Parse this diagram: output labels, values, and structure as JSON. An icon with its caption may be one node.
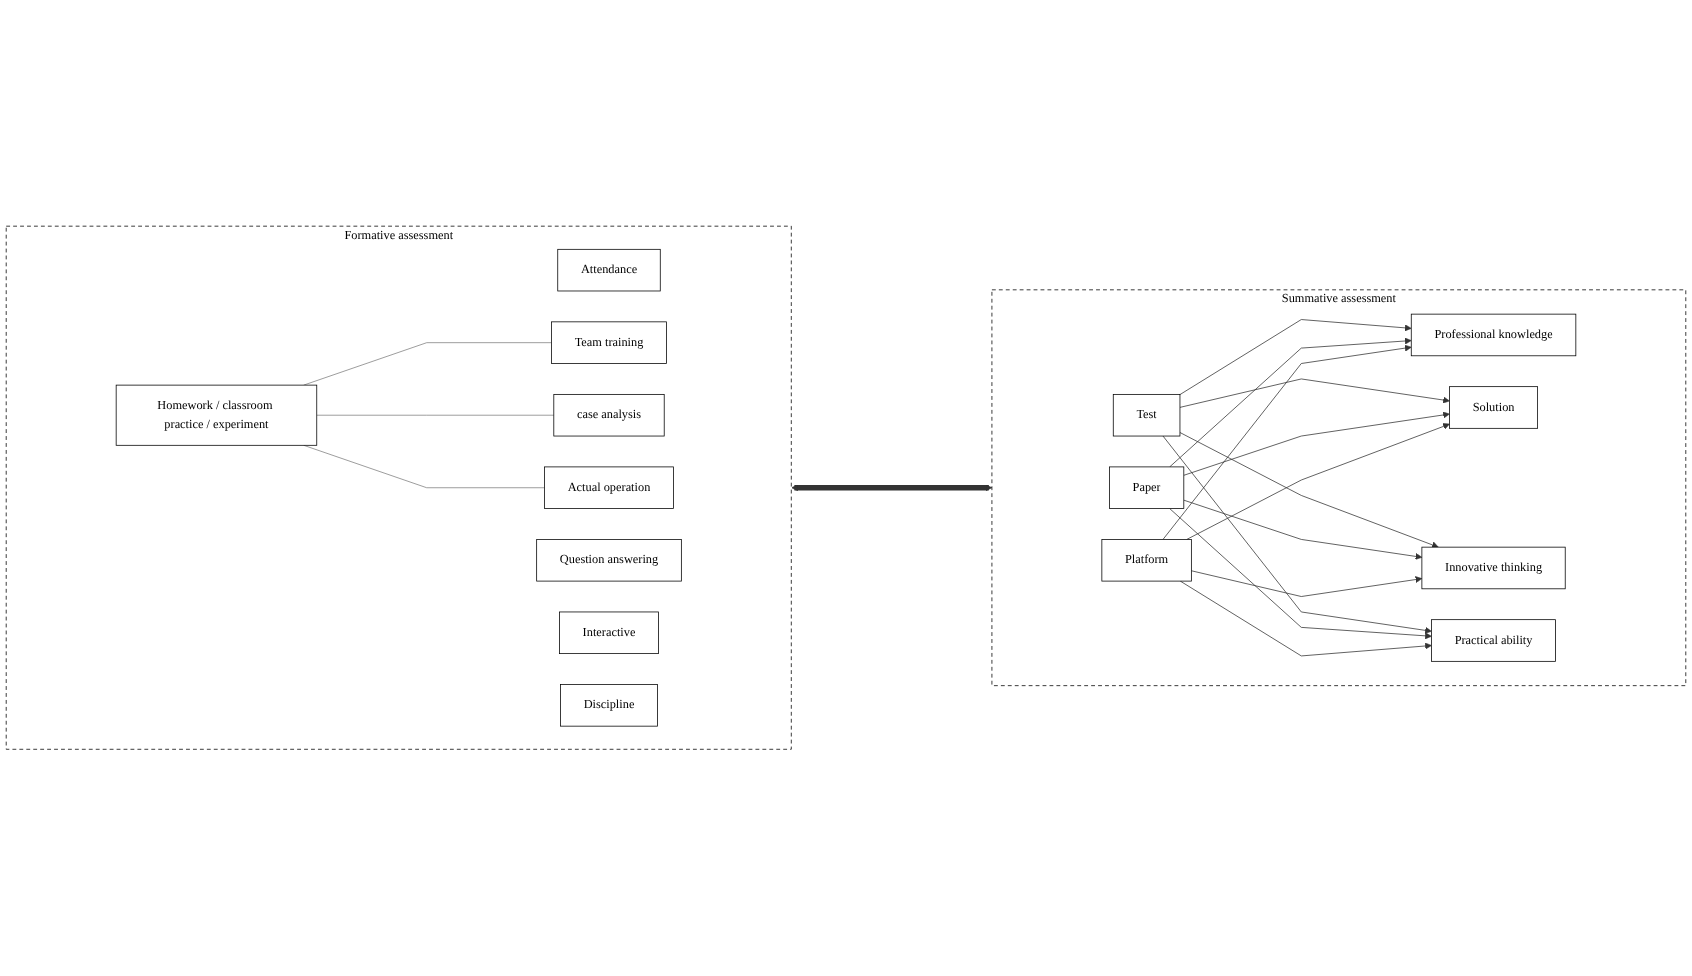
{
  "diagram": {
    "nodes": [
      {
        "text": [
          "Formative assessment"
        ]
      },
      {
        "text": [
          "Attendance"
        ],
        "in": 0
      },
      {
        "text": [
          "Question answering"
        ],
        "in": 0
      },
      {
        "text": [
          "Interactive"
        ],
        "in": 0
      },
      {
        "text": [
          "Discipline"
        ],
        "in": 0
      },
      {
        "text": [
          "Homework / classroom practice / experiment"
        ],
        "in": 0
      },
      {
        "text": [
          "Team training"
        ],
        "in": 0
      },
      {
        "text": [
          "case analysis"
        ],
        "in": 0
      },
      {
        "text": [
          "Actual operation"
        ],
        "in": 0
      },
      {
        "text": [
          "Summative assessment"
        ]
      },
      {
        "text": [
          "Test"
        ],
        "in": 9
      },
      {
        "text": [
          "Paper"
        ],
        "in": 9
      },
      {
        "text": [
          "Platform"
        ],
        "in": 9
      },
      {
        "text": [
          "Professional knowledge"
        ],
        "in": 9
      },
      {
        "text": [
          "Solution"
        ],
        "in": 9
      },
      {
        "text": [
          "Innovative thinking"
        ],
        "in": 9
      },
      {
        "text": [
          "Practical ability"
        ],
        "in": 9
      }
    ],
    "edges": [
      {
        "from": 0,
        "to": 9,
        "arrow": "both",
        "style": "thick"
      },
      {
        "from": 5,
        "to": 6,
        "arrow": "none",
        "color": "#808080"
      },
      {
        "from": 5,
        "to": 7,
        "arrow": "none",
        "color": "#808080"
      },
      {
        "from": 5,
        "to": 8,
        "arrow": "none",
        "color": "#808080"
      },
      {
        "from": 10,
        "to": 13,
        "arrow": "to"
      },
      {
        "from": 10,
        "to": 14,
        "arrow": "to"
      },
      {
        "from": 10,
        "to": 15,
        "arrow": "to"
      },
      {
        "from": 10,
        "to": 16,
        "arrow": "to"
      },
      {
        "from": 11,
        "to": 13,
        "arrow": "to"
      },
      {
        "from": 11,
        "to": 14,
        "arrow": "to"
      },
      {
        "from": 11,
        "to": 15,
        "arrow": "to"
      },
      {
        "from": 11,
        "to": 16,
        "arrow": "to"
      },
      {
        "from": 12,
        "to": 13,
        "arrow": "to"
      },
      {
        "from": 12,
        "to": 14,
        "arrow": "to"
      },
      {
        "from": 12,
        "to": 15,
        "arrow": "to"
      },
      {
        "from": 12,
        "to": 16,
        "arrow": "to"
      }
    ]
  }
}
